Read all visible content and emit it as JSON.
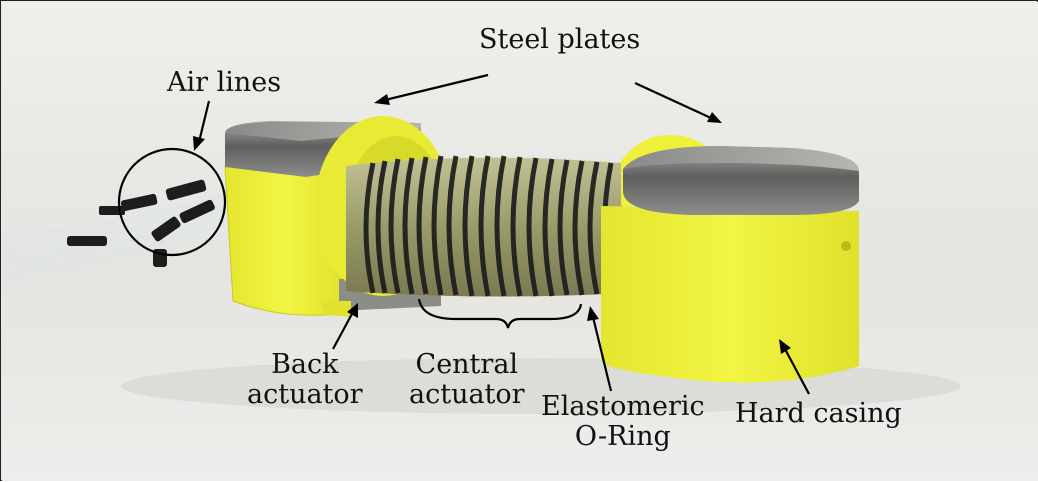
{
  "labels": {
    "steel_plates": "Steel plates",
    "air_lines": "Air lines",
    "back_actuator": [
      "Back",
      "actuator"
    ],
    "central_actuator": [
      "Central",
      "actuator"
    ],
    "elastomeric_oring": [
      "Elastomeric",
      "O-Ring"
    ],
    "hard_casing": "Hard casing"
  },
  "colors": {
    "background": "#e9e9e6",
    "casing_yellow": "#eef03a",
    "steel": "#6f6f6f",
    "actuator_body": "#9b9a6a",
    "o_ring": "#1c1c1c",
    "tubing": "#dfe6e8",
    "annotation": "#000000"
  }
}
